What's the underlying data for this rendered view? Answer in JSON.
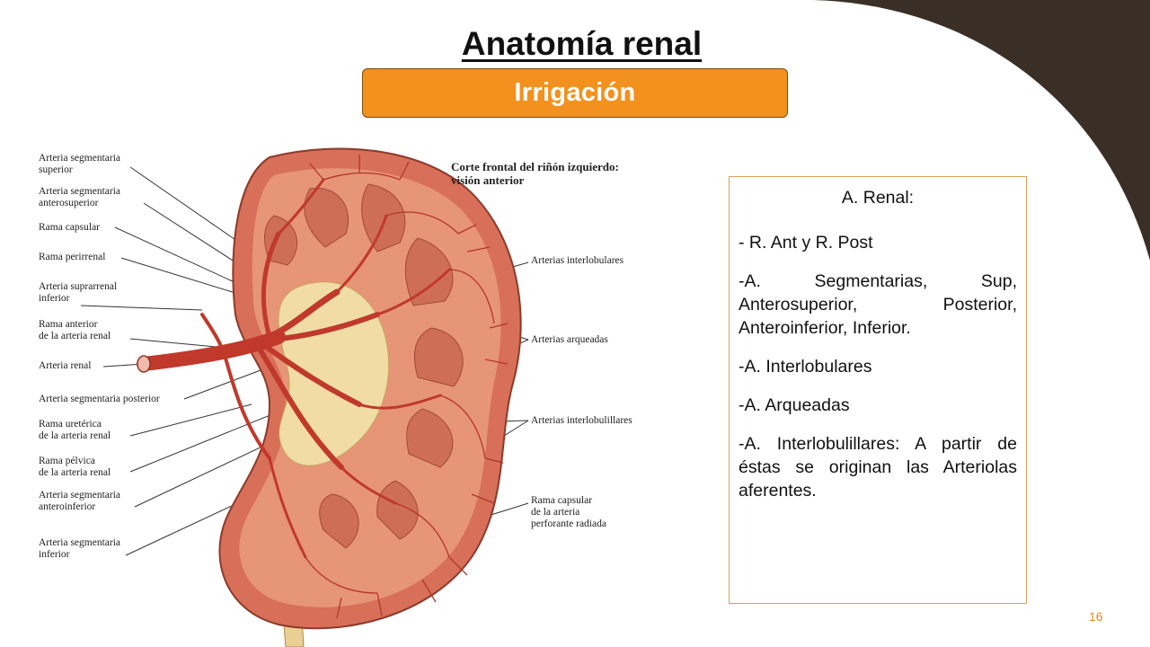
{
  "slide": {
    "title": "Anatomía renal",
    "subtitle": "Irrigación",
    "page_number": "16",
    "accent_color": "#f3911e",
    "decor_color": "#3a2f27"
  },
  "figure": {
    "caption": "Corte frontal del riñón izquierdo:\nvisión anterior",
    "labels_left": [
      "Arteria segmentaria\nsuperior",
      "Arteria segmentaria\nanterosuperior",
      "Rama capsular",
      "Rama perirrenal",
      "Arteria suprarrenal\ninferior",
      "Rama anterior\nde la arteria renal",
      "Arteria renal",
      "Arteria segmentaria posterior",
      "Rama uretérica\nde la arteria renal",
      "Rama pélvica\nde la arteria renal",
      "Arteria segmentaria\nanteroinferior",
      "Arteria segmentaria\ninferior"
    ],
    "labels_right": [
      "Arterias interlobulares",
      "Arterias arqueadas",
      "Arterias interlobulillares",
      "Rama capsular\nde la arteria\nperforante radiada"
    ]
  },
  "info": {
    "heading": "A. Renal:",
    "items": [
      "- R. Ant y R. Post",
      "-A. Segmentarias, Sup, Anterosuperior, Posterior, Anteroinferior, Inferior.",
      "-A. Interlobulares",
      "-A. Arqueadas",
      "-A. Interlobulillares: A partir de éstas se originan las Arteriolas aferentes."
    ]
  }
}
